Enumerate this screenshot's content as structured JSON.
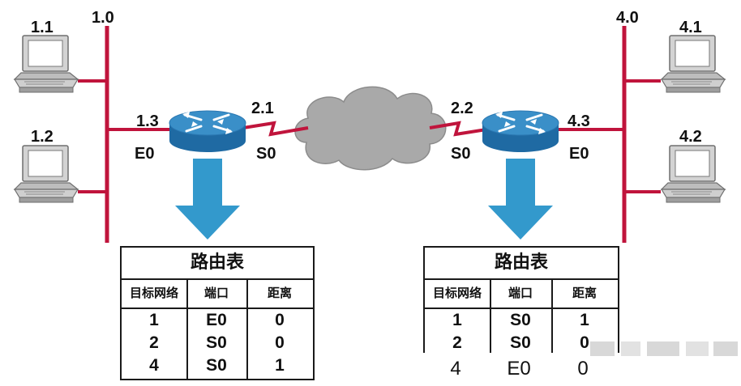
{
  "left_lan": {
    "network": "1.0",
    "pc_top": "1.1",
    "pc_bottom": "1.2"
  },
  "right_lan": {
    "network": "4.0",
    "pc_top": "4.1",
    "pc_bottom": "4.2"
  },
  "left_router": {
    "e0_address": "1.3",
    "e0_label": "E0",
    "s0_address": "2.1",
    "s0_label": "S0"
  },
  "right_router": {
    "e0_address": "4.3",
    "e0_label": "E0",
    "s0_address": "2.2",
    "s0_label": "S0"
  },
  "left_table": {
    "title": "路由表",
    "headers": [
      "目标网络",
      "端口",
      "距离"
    ],
    "rows": [
      [
        "1",
        "E0",
        "0"
      ],
      [
        "2",
        "S0",
        "0"
      ],
      [
        "4",
        "S0",
        "1"
      ]
    ]
  },
  "right_table": {
    "title": "路由表",
    "headers": [
      "目标网络",
      "端口",
      "距离"
    ],
    "rows": [
      [
        "1",
        "S0",
        "1"
      ],
      [
        "2",
        "S0",
        "0"
      ],
      [
        "4",
        "E0",
        "0"
      ]
    ]
  },
  "colors": {
    "bus": "#c0143c",
    "router_top": "#3a8fc8",
    "router_body": "#1f6aa3",
    "arrow": "#3399cc",
    "cloud": "#a9a9a9",
    "pc": "#c9c9c9"
  },
  "icons": [
    "desktop-computer-icon",
    "router-icon",
    "cloud-icon",
    "serial-link-icon",
    "down-arrow-icon"
  ]
}
